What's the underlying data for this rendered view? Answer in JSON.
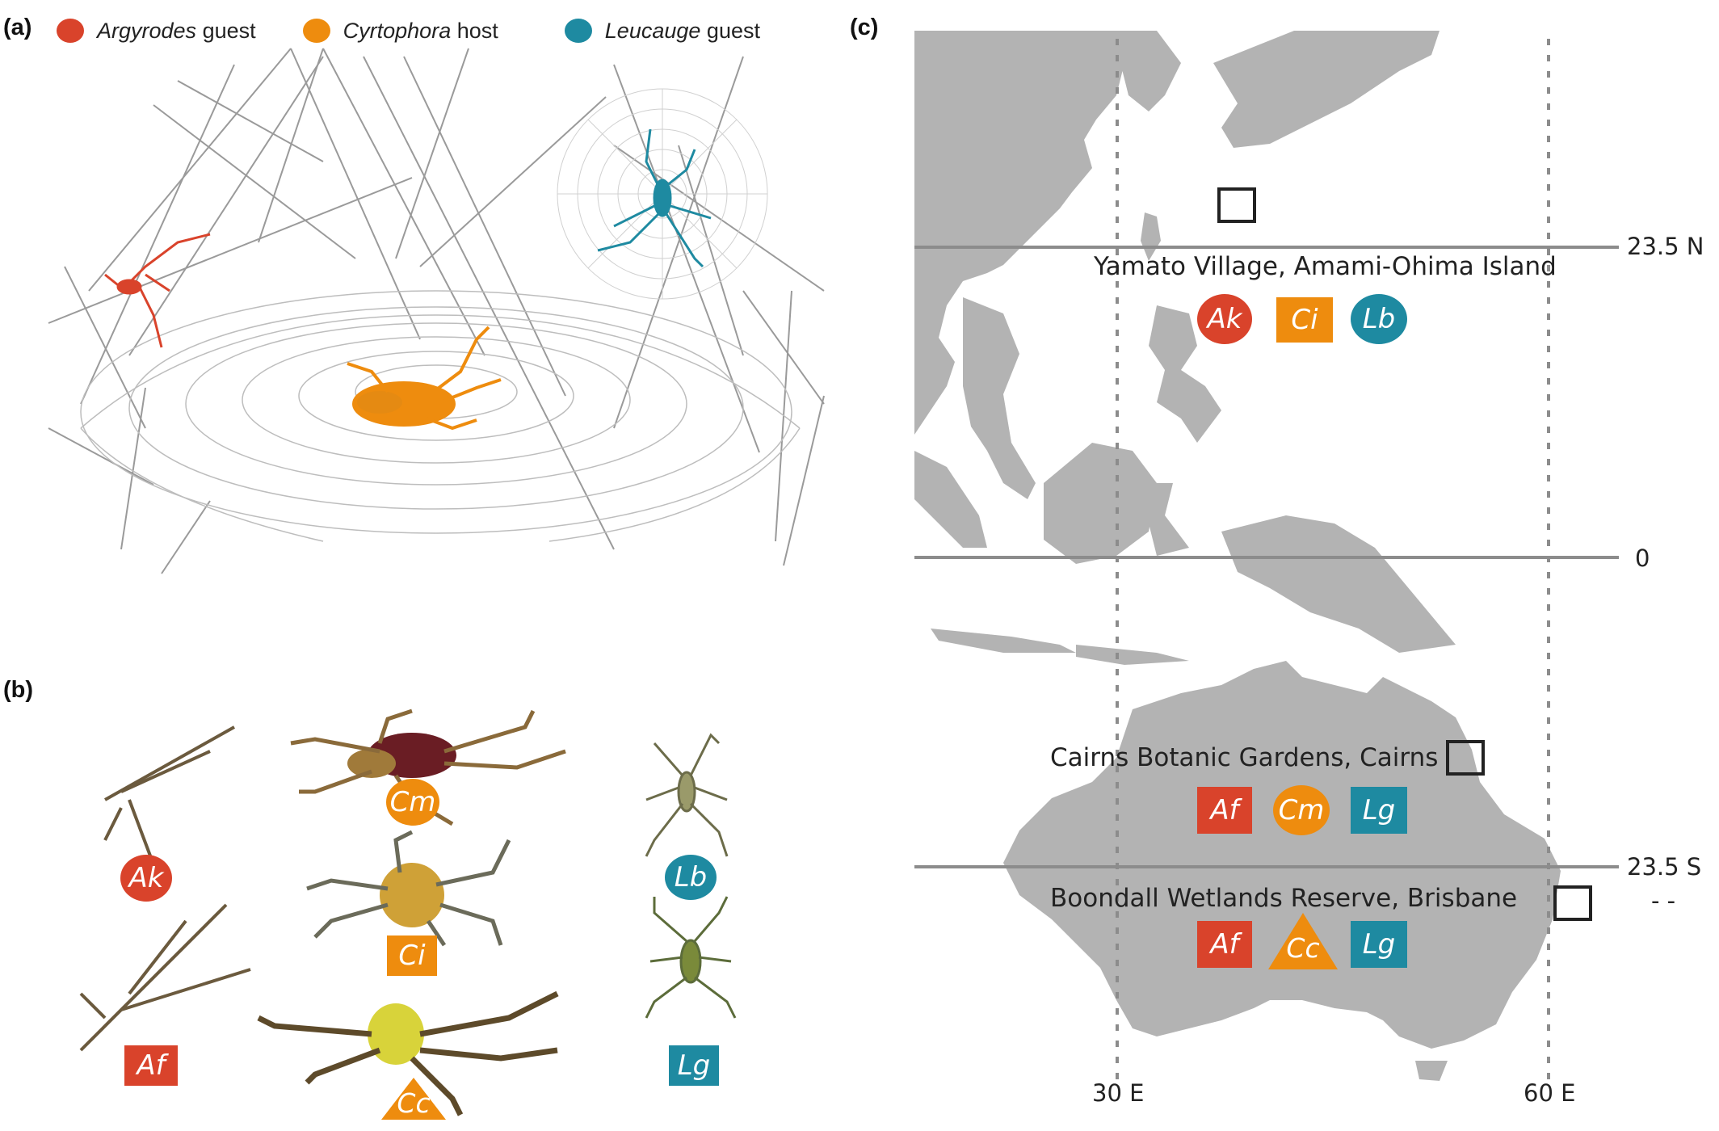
{
  "panels": {
    "a": "(a)",
    "b": "(b)",
    "c": "(c)"
  },
  "legend": [
    {
      "genus": "Argyrodes",
      "role": "guest",
      "color": "#d9432b"
    },
    {
      "genus": "Cyrtophora",
      "role": "host",
      "color": "#ee8c0e"
    },
    {
      "genus": "Leucauge",
      "role": "guest",
      "color": "#1e8aa1"
    }
  ],
  "colors": {
    "argyrodes": "#d9432b",
    "cyrtophora": "#ee8c0e",
    "leucauge": "#1e8aa1",
    "land": "#b3b3b3"
  },
  "species": {
    "Ak": "Ak",
    "Af": "Af",
    "Cm": "Cm",
    "Ci": "Ci",
    "Cc": "Cc",
    "Lb": "Lb",
    "Lg": "Lg"
  },
  "map": {
    "latitudes": [
      "23.5 N",
      "0",
      "23.5 S"
    ],
    "longitudes": [
      "30 E",
      "60 E"
    ],
    "sites": [
      {
        "name": "Yamato Village, Amami-Ohima Island",
        "species": [
          "Ak",
          "Ci",
          "Lb"
        ]
      },
      {
        "name": "Cairns Botanic Gardens, Cairns",
        "species": [
          "Af",
          "Cm",
          "Lg"
        ]
      },
      {
        "name": "Boondall Wetlands Reserve, Brisbane",
        "species": [
          "Af",
          "Cc",
          "Lg"
        ]
      }
    ],
    "stray_marks": "-   -"
  }
}
